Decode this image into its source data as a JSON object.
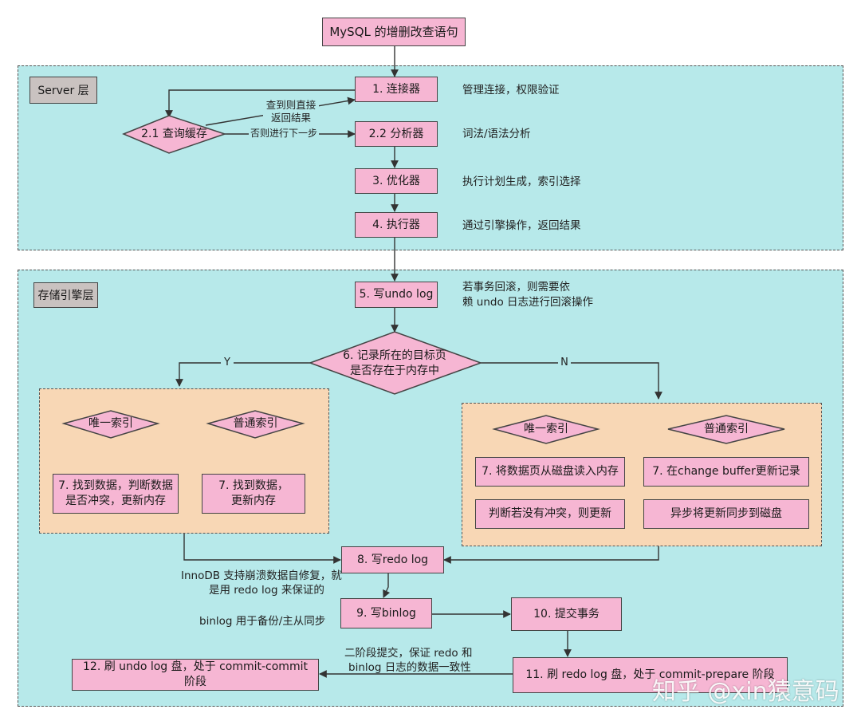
{
  "title": "MySQL 的增删改查语句",
  "server_layer": {
    "label": "Server 层",
    "connector": "1. 连接器",
    "connector_note": "管理连接，权限验证",
    "query_cache": "2.1 查询缓存",
    "cache_hit_label_1": "查到则直接",
    "cache_hit_label_2": "返回结果",
    "cache_miss_label": "否则进行下一步",
    "analyzer": "2.2 分析器",
    "analyzer_note": "词法/语法分析",
    "optimizer": "3. 优化器",
    "optimizer_note": "执行计划生成，索引选择",
    "executor": "4. 执行器",
    "executor_note": "通过引擎操作，返回结果"
  },
  "storage_layer": {
    "label": "存储引擎层",
    "undo_log": "5. 写undo log",
    "undo_note_1": "若事务回滚，则需要依",
    "undo_note_2": "赖 undo 日志进行回滚操作",
    "page_check_1": "6. 记录所在的目标页",
    "page_check_2": "是否存在于内存中",
    "yes_label": "Y",
    "no_label": "N",
    "left": {
      "unique_index": "唯一索引",
      "normal_index": "普通索引",
      "unique_step_1": "7. 找到数据，判断数据",
      "unique_step_2": "是否冲突，更新内存",
      "normal_step_1": "7. 找到数据，",
      "normal_step_2": "更新内存"
    },
    "right": {
      "unique_index": "唯一索引",
      "normal_index": "普通索引",
      "unique_step_a": "7. 将数据页从磁盘读入内存",
      "unique_step_b": "判断若没有冲突，则更新",
      "normal_step_a": "7. 在change buffer更新记录",
      "normal_step_b": "异步将更新同步到磁盘"
    },
    "redo_log": "8. 写redo log",
    "redo_note_1": "InnoDB 支持崩溃数据自修复，就",
    "redo_note_2": "是用 redo log 来保证的",
    "binlog": "9. 写binlog",
    "binlog_note": "binlog 用于备份/主从同步",
    "commit": "10. 提交事务",
    "prepare": "11. 刷 redo log 盘，处于 commit-prepare 阶段",
    "two_phase_note_1": "二阶段提交，保证 redo 和",
    "two_phase_note_2": "binlog 日志的数据一致性",
    "flush_undo": "12. 刷 undo log 盘，处于 commit-commit 阶段"
  },
  "watermark": "知乎 @xin猿意码"
}
